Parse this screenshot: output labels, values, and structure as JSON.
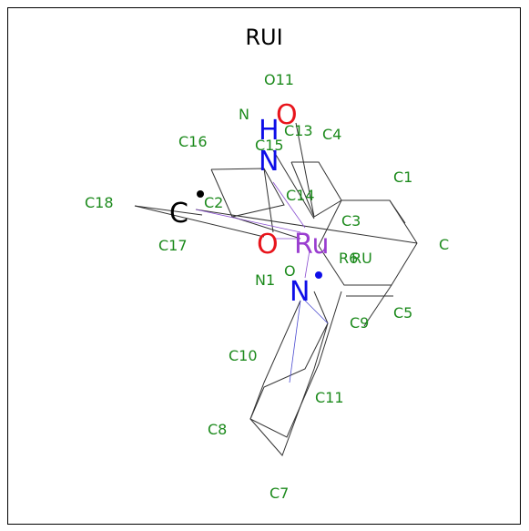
{
  "title": "RUI",
  "colors": {
    "atom_label": "#1c8a1c",
    "oxygen": "#e8141b",
    "nitrogen": "#0e0ee8",
    "ruthenium": "#9a3ed0",
    "carbon": "#000000",
    "bond": "#333333"
  },
  "atom_labels": [
    {
      "id": "O11",
      "text": "O11"
    },
    {
      "id": "N",
      "text": "N"
    },
    {
      "id": "C13",
      "text": "C13"
    },
    {
      "id": "C4",
      "text": "C4"
    },
    {
      "id": "C16",
      "text": "C16"
    },
    {
      "id": "C15",
      "text": "C15"
    },
    {
      "id": "C1",
      "text": "C1"
    },
    {
      "id": "C18",
      "text": "C18"
    },
    {
      "id": "C2",
      "text": "C2"
    },
    {
      "id": "C14",
      "text": "C14"
    },
    {
      "id": "C3",
      "text": "C3"
    },
    {
      "id": "C",
      "text": "C"
    },
    {
      "id": "C17",
      "text": "C17"
    },
    {
      "id": "R6",
      "text": "R6"
    },
    {
      "id": "RU",
      "text": "RU"
    },
    {
      "id": "O",
      "text": "O"
    },
    {
      "id": "N1",
      "text": "N1"
    },
    {
      "id": "C5",
      "text": "C5"
    },
    {
      "id": "C9",
      "text": "C9"
    },
    {
      "id": "C10",
      "text": "C10"
    },
    {
      "id": "C11",
      "text": "C11"
    },
    {
      "id": "C8",
      "text": "C8"
    },
    {
      "id": "C7",
      "text": "C7"
    }
  ],
  "heavy_labels": {
    "oxygen_top": "O",
    "hydrogen": "H",
    "nitrogen_top": "N",
    "carbon": "C",
    "oxygen_mid": "O",
    "ruthenium": "Ru",
    "nitrogen_bottom": "N"
  }
}
